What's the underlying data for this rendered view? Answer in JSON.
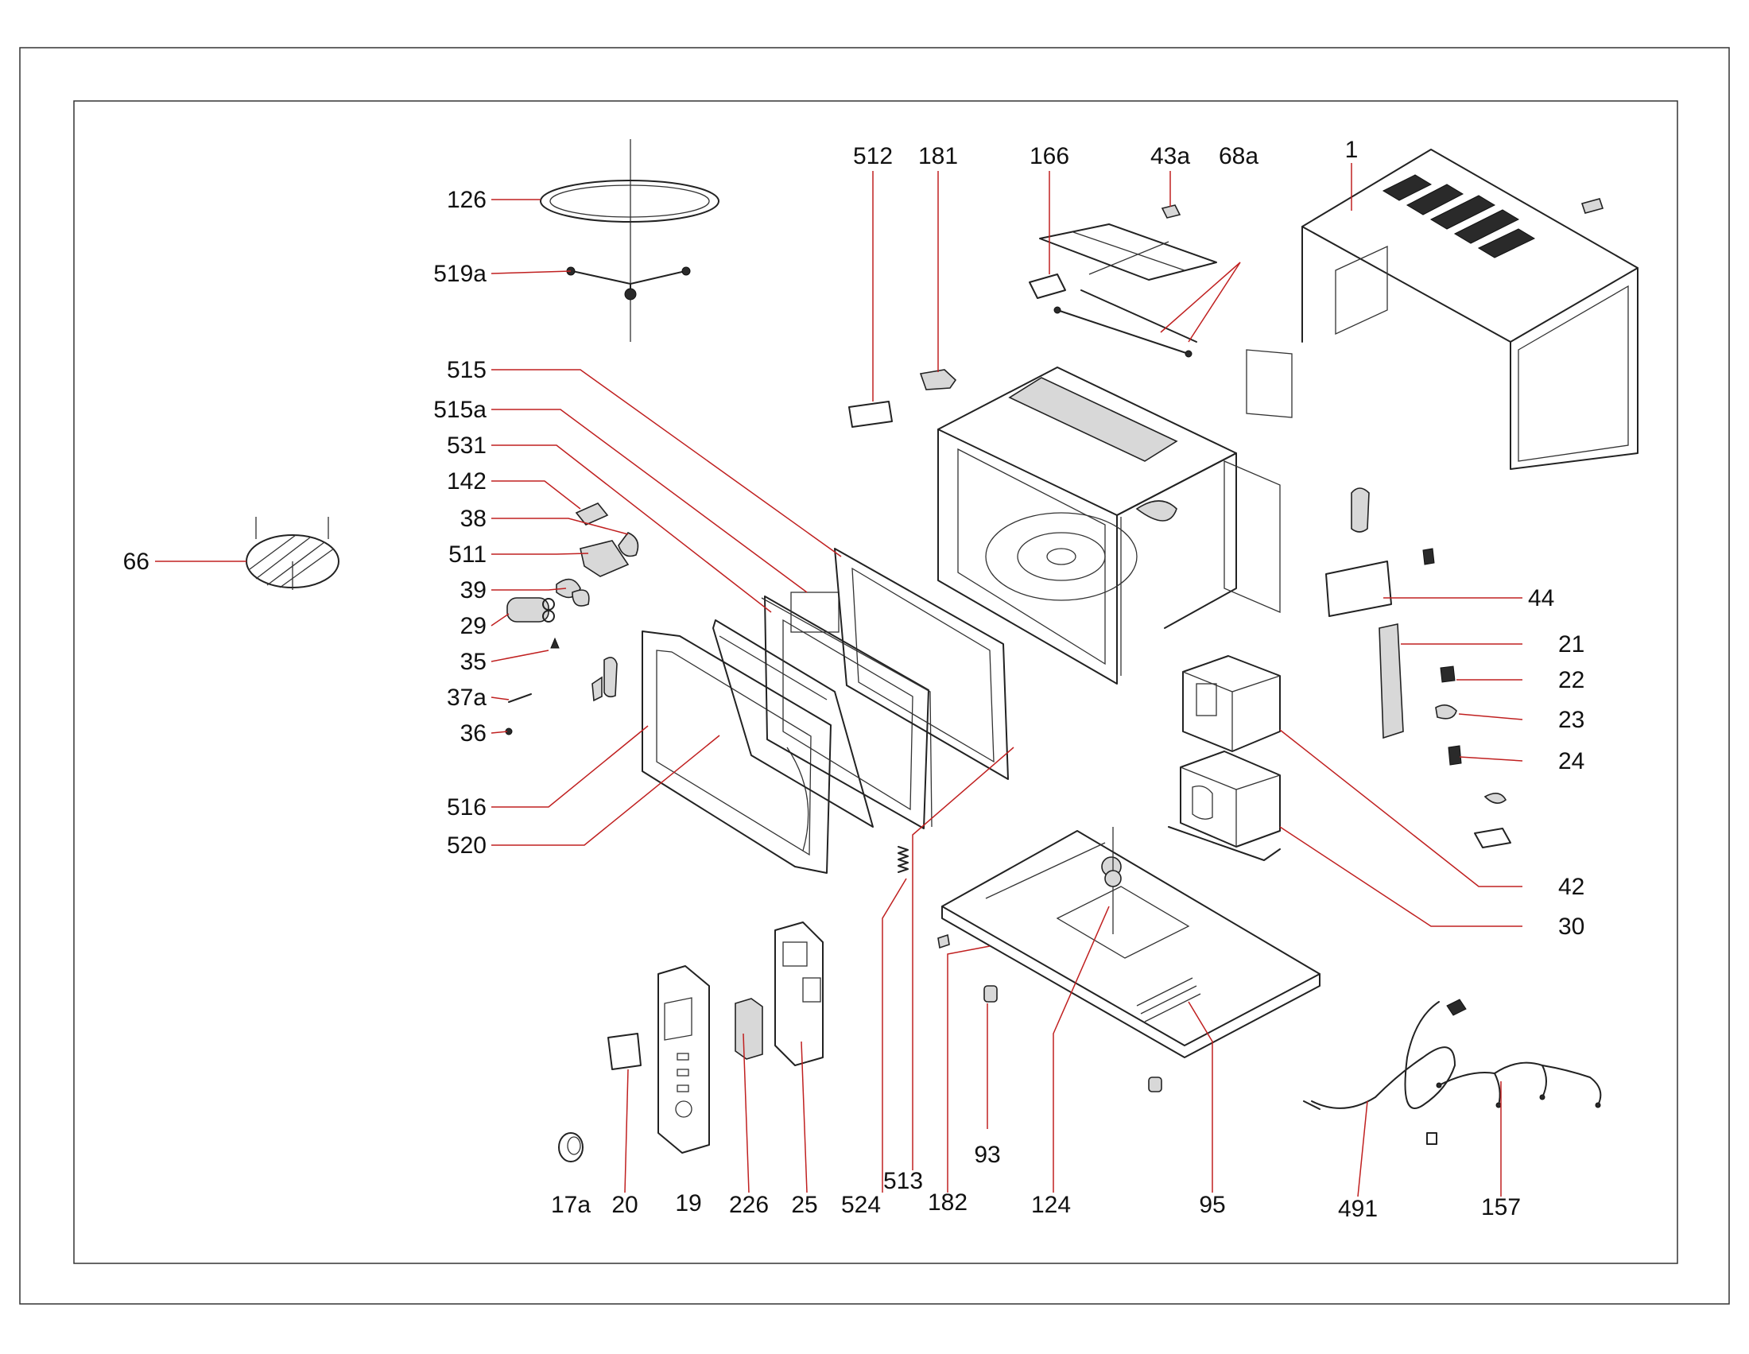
{
  "diagram": {
    "leader_color": "#c02020",
    "labels": {
      "l_126": "126",
      "l_519a": "519a",
      "l_515": "515",
      "l_515a": "515a",
      "l_531": "531",
      "l_142": "142",
      "l_38": "38",
      "l_511": "511",
      "l_39": "39",
      "l_29": "29",
      "l_35": "35",
      "l_37a": "37a",
      "l_36": "36",
      "l_516": "516",
      "l_520": "520",
      "l_66": "66",
      "l_512": "512",
      "l_181": "181",
      "l_166": "166",
      "l_43a": "43a",
      "l_68a": "68a",
      "l_1": "1",
      "l_44": "44",
      "l_21": "21",
      "l_22": "22",
      "l_23": "23",
      "l_24": "24",
      "l_42": "42",
      "l_30": "30",
      "l_17a": "17a",
      "l_20": "20",
      "l_19": "19",
      "l_226": "226",
      "l_25": "25",
      "l_524": "524",
      "l_513": "513",
      "l_182": "182",
      "l_93": "93",
      "l_124": "124",
      "l_95": "95",
      "l_491": "491",
      "l_157": "157"
    }
  }
}
